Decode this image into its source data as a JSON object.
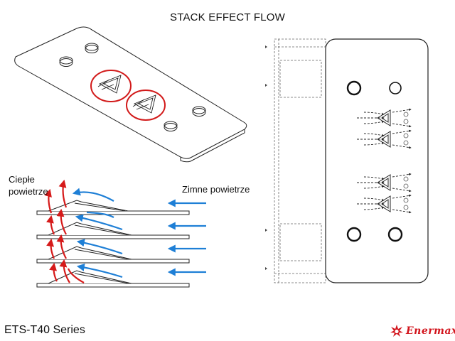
{
  "title": "STACK EFFECT FLOW",
  "labels": {
    "warm_line1": "Ciepłe",
    "warm_line2": "powietrze",
    "cold": "Zimne powietrze"
  },
  "footer": {
    "series": "ETS-T40 Series",
    "brand": "Enermax"
  },
  "colors": {
    "warm_arrow": "#d61a1a",
    "cold_arrow": "#1e7fd6",
    "line": "#222222",
    "highlight": "#d21a1a",
    "brand": "#d2141c"
  },
  "icons": [
    "fan-fin-icon",
    "enermax-logo-icon"
  ]
}
